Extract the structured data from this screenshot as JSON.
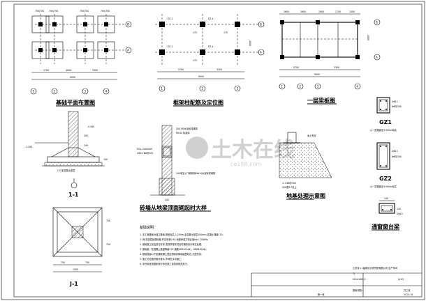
{
  "drawings": {
    "foundation_plan": {
      "title": "基础平面布置图",
      "dims": [
        "1700",
        "4000",
        "3300",
        "9000"
      ],
      "top_dims": [
        "750|750",
        "750|750",
        "750|750",
        "750|750"
      ],
      "axes_h": [
        "1",
        "2",
        "3",
        "4"
      ],
      "axes_v": [
        "B",
        "A"
      ]
    },
    "frame_column": {
      "title": "框架柱配筋及定位图",
      "dims": [
        "5700",
        "3300",
        "9000",
        "4000"
      ],
      "labels": [
        "KZ-1",
        "KZ-1",
        "KZ-1",
        "KZ-1",
        "175",
        "175",
        "175"
      ],
      "axes_h": [
        "1",
        "2",
        "3"
      ],
      "axes_v": [
        "B",
        "A"
      ]
    },
    "slab_plan": {
      "title": "一层梁板图",
      "dims": [
        "5700",
        "3300",
        "9000",
        "4000"
      ],
      "top_dims": [
        "1600",
        "1600",
        "1900",
        "1700",
        "1000"
      ],
      "axes_h": [
        "1",
        "2",
        "3",
        "4"
      ],
      "axes_v": [
        "B",
        "A"
      ]
    },
    "section_1_1": {
      "title": "1-1",
      "labels": [
        "-1.200",
        "-0.050",
        "C15素混凝土垫层",
        "240",
        "150",
        "200"
      ]
    },
    "j1": {
      "title": "J-1",
      "dims": [
        "750",
        "750",
        "1500"
      ],
      "labels": [
        "750",
        "750"
      ]
    },
    "wall_detail": {
      "title": "砖墙从地梁顶面砌起时大样",
      "labels": [
        "DQL-240X200",
        "4Φ12 Φ6@200",
        "200 M5水泥砂浆砌筑",
        "MU10 标准砖",
        "240墙及以下砌体用Mb10水泥砂浆砌筑",
        "200"
      ]
    },
    "ground_treatment": {
      "title": "地基处理示意图",
      "labels": [
        "素土夯实",
        "500宽3:7灰土",
        "1:1 Φ6@300"
      ]
    },
    "gz1": {
      "title": "GZ1",
      "labels": [
        "4Φ12",
        "Φ6@200",
        "从一层楼面至3.900m标高"
      ]
    },
    "gz2": {
      "title": "GZ2",
      "labels": [
        "4Φ12",
        "Φ6@200",
        "从一层楼面至3.900m标高"
      ]
    },
    "window_sill": {
      "title": "通窗窗台梁",
      "labels": [
        "120",
        "240",
        "2Φ10"
      ]
    }
  },
  "notes": {
    "heading": "基础说明:",
    "lines": [
      "1. 本工程基础为独立基础,基底标高-1.200m,素混凝土垫层100mm,混凝土强度C15;",
      "   1:1砂石垫层处理地基,夯实系数0.94,地基承载力特征值fak=100kPa;",
      "2. 基础施工前应进行钎探,发现异常情况及时通知设计单位处理;",
      "3. 基础梁、柱混凝土强度等级C25,钢筋HPB300(Φ)、HRB400(Φ);",
      "4. 基础底面以下如遇软弱土层应挖除并换填级配砂石,分层夯实;",
      "5. 施工时应做好基坑排水,不得在水中施工;",
      "6. 未尽事宜按国家现行有关施工及验收规范执行。"
    ]
  },
  "title_block": {
    "company": "江苏省××建筑设计研究院有限公司 生产车间",
    "project": "TJ",
    "drawing_no": "2014-002-2",
    "sheet": "J4-02",
    "drawing_name": "基础详图一",
    "page": "第一张",
    "total": "共三张",
    "date": "2014.10"
  },
  "watermark": {
    "main": "土木在线",
    "sub": "co188.com"
  }
}
